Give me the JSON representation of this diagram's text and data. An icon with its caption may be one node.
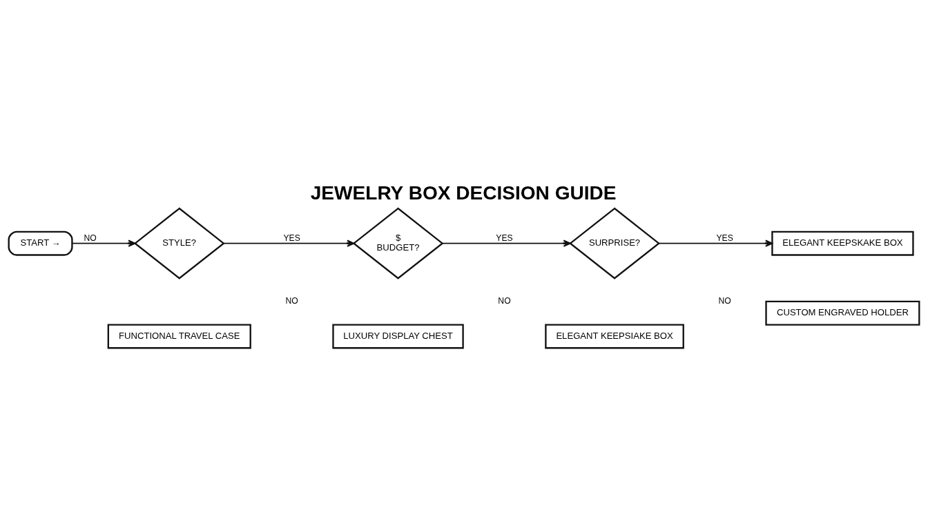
{
  "diagram": {
    "title": "JEWELRY BOX DECISION GUIDE",
    "nodes": [
      {
        "text": [
          "START →"
        ]
      },
      {
        "text": [
          "STYLE?"
        ]
      },
      {
        "text": [
          "$",
          "BUDGET?"
        ]
      },
      {
        "text": [
          "SURPRISE?"
        ]
      },
      {
        "text": [
          "ELEGANT KEEPSKAKE BOX"
        ]
      },
      {
        "text": [
          "FUNCTIONAL TRAVEL CASE"
        ]
      },
      {
        "text": [
          "LUXURY DISPLAY CHEST"
        ]
      },
      {
        "text": [
          "ELEGANT KEEPSIAKE BOX"
        ]
      },
      {
        "text": [
          "CUSTOM ENGRAVED HOLDER"
        ]
      }
    ],
    "edges": [
      {
        "from": 0,
        "to": 1,
        "arrow": "to",
        "label": "NO"
      },
      {
        "from": 1,
        "to": 2,
        "arrow": "to",
        "label": "YES"
      },
      {
        "from": 2,
        "to": 3,
        "arrow": "to",
        "label": "YES"
      },
      {
        "from": 3,
        "to": 4,
        "arrow": "to",
        "label": "YES"
      }
    ],
    "labels": [
      "NO",
      "NO",
      "NO"
    ]
  }
}
